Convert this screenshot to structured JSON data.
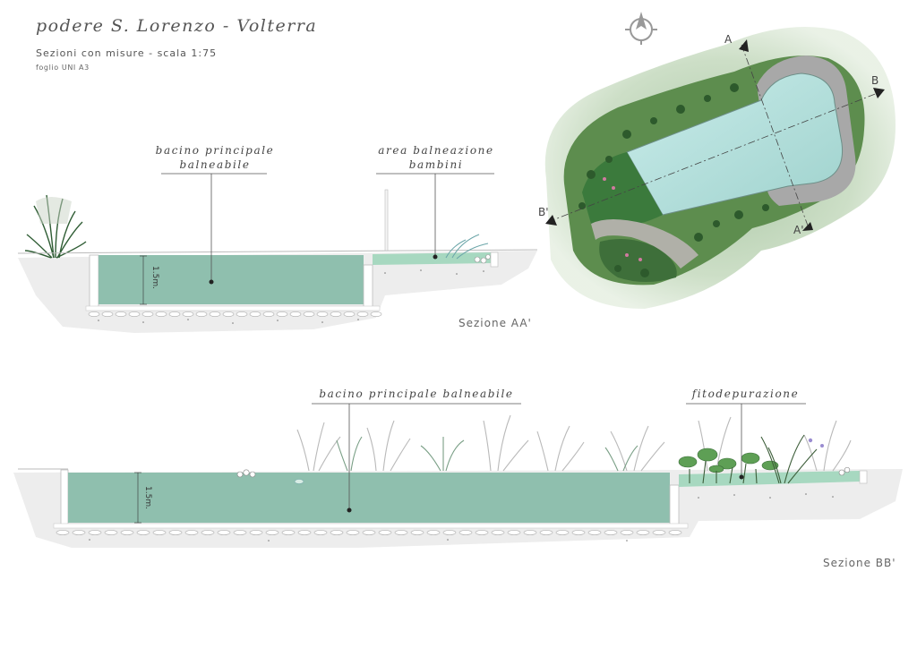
{
  "header": {
    "title": "podere S. Lorenzo - Volterra",
    "subtitle": "Sezioni con misure - scala 1:75",
    "sheet": "foglio UNI A3"
  },
  "section_aa": {
    "main_pool_label_line1": "bacino principale",
    "main_pool_label_line2": "balneabile",
    "kids_area_label_line1": "area balneazione",
    "kids_area_label_line2": "bambini",
    "depth": "1.5m.",
    "caption": "Sezione AA'"
  },
  "section_bb": {
    "main_pool_label": "bacino principale balneabile",
    "filter_label": "fitodepurazione",
    "depth": "1.5m.",
    "caption": "Sezione BB'"
  },
  "plan": {
    "cut_a": "A",
    "cut_a_end": "A'",
    "cut_b": "B",
    "cut_b_end": "B'"
  },
  "colors": {
    "water": "#8fbfae",
    "water_plan": "#b7e2de",
    "ground": "#ececec",
    "vegetation": "#3e7a3f"
  }
}
